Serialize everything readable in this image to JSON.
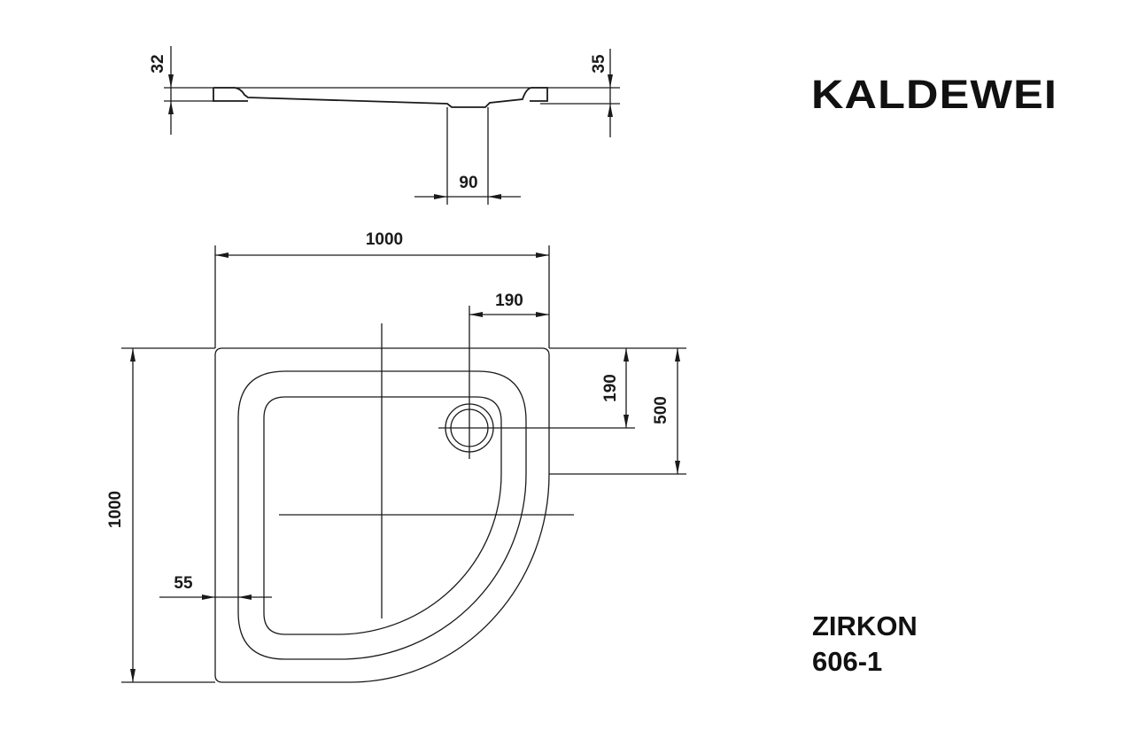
{
  "brand": "KALDEWEI",
  "product": {
    "name": "ZIRKON",
    "model": "606-1"
  },
  "side_view": {
    "dim_left_height": "32",
    "dim_right_height": "35",
    "dim_drain_width": "90"
  },
  "plan_view": {
    "dim_width": "1000",
    "dim_height": "1000",
    "dim_drain_from_right": "190",
    "dim_drain_from_top": "190",
    "dim_arc_start": "500",
    "dim_rim": "55"
  }
}
